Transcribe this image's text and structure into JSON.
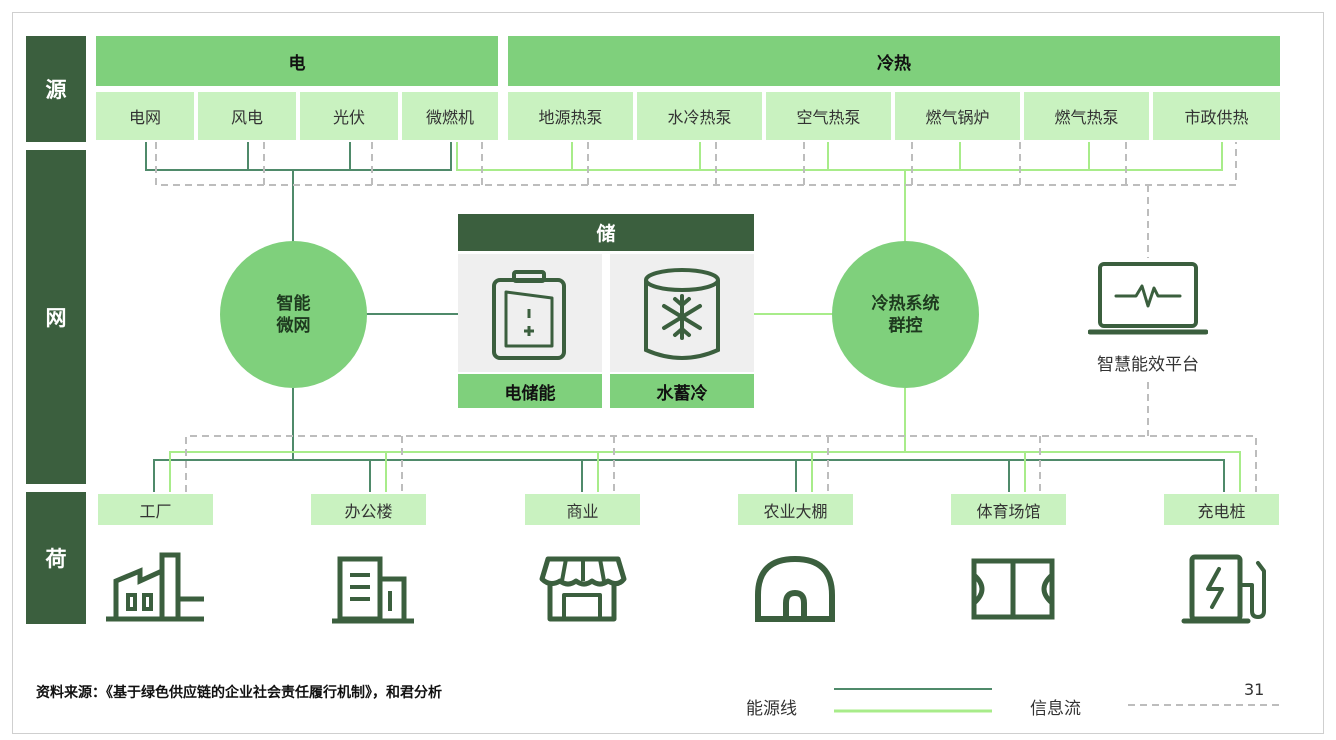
{
  "sections": {
    "source": "源",
    "grid": "网",
    "load": "荷"
  },
  "source_groups": {
    "electric": "电",
    "heat_cold": "冷热"
  },
  "sources": [
    "电网",
    "风电",
    "光伏",
    "微燃机",
    "地源热泵",
    "水冷热泵",
    "空气热泵",
    "燃气锅炉",
    "燃气热泵",
    "市政供热"
  ],
  "microgrid": [
    "智能",
    "微网"
  ],
  "heat_control": [
    "冷热系统",
    "群控"
  ],
  "storage": {
    "title": "储",
    "battery": "电储能",
    "water": "水蓄冷"
  },
  "platform": "智慧能效平台",
  "loads": [
    "工厂",
    "办公楼",
    "商业",
    "农业大棚",
    "体育场馆",
    "充电桩"
  ],
  "icons": [
    "battery-icon",
    "snowflake-tank-icon",
    "monitor-pulse-icon",
    "factory-icon",
    "office-building-icon",
    "shop-icon",
    "greenhouse-icon",
    "stadium-icon",
    "charging-pile-icon"
  ],
  "colors": {
    "dark_green": "#3b5f3e",
    "mid_green": "#7fd07c",
    "light_green": "#c9f2c0",
    "line_dark": "#4f8a6a",
    "line_light": "#a8ec8a",
    "dash": "#bdbdbd"
  },
  "footer": {
    "source_note": "资料来源：《基于绿色供应链的企业社会责任履行机制》，和君分析",
    "legend_energy": "能源线",
    "legend_info": "信息流",
    "page_number": "31"
  }
}
